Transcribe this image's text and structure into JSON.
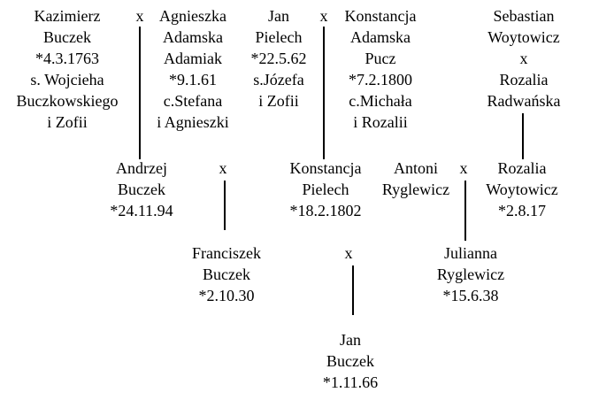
{
  "marriage_symbol": "x",
  "line_color": "#000000",
  "generation_1": {
    "kazimierz": [
      "Kazimierz",
      "Buczek",
      "*4.3.1763",
      "s. Wojcieha",
      "Buczkowskiego",
      "i Zofii"
    ],
    "agnieszka": [
      "Agnieszka",
      "Adamska",
      "Adamiak",
      "*9.1.61",
      "c.Stefana",
      "i Agnieszki"
    ],
    "jan_pielech": [
      "Jan",
      "Pielech",
      "*22.5.62",
      "s.Józefa",
      "i Zofii"
    ],
    "konstancja_adamska": [
      "Konstancja",
      "Adamska",
      "Pucz",
      "*7.2.1800",
      "c.Michała",
      "i Rozalii"
    ],
    "sebastian": [
      "Sebastian",
      "Woytowicz",
      "x",
      "Rozalia",
      "Radwańska"
    ]
  },
  "generation_2": {
    "andrzej": [
      "Andrzej",
      "Buczek",
      "*24.11.94"
    ],
    "konstancja_pielech": [
      "Konstancja",
      "Pielech",
      "*18.2.1802"
    ],
    "antoni": [
      "Antoni",
      "Ryglewicz"
    ],
    "rozalia_woytowicz": [
      "Rozalia",
      "Woytowicz",
      "*2.8.17"
    ]
  },
  "generation_3": {
    "franciszek": [
      "Franciszek",
      "Buczek",
      "*2.10.30"
    ],
    "julianna": [
      "Julianna",
      "Ryglewicz",
      "*15.6.38"
    ]
  },
  "generation_4": {
    "jan_buczek": [
      "Jan",
      "Buczek",
      "*1.11.66"
    ]
  }
}
